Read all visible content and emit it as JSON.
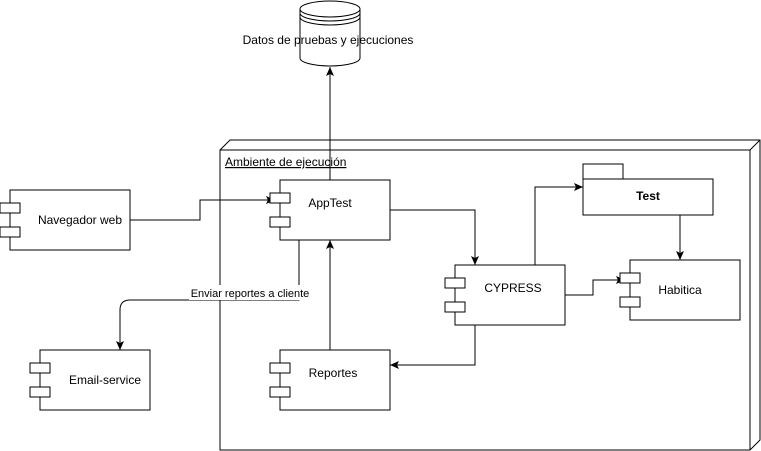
{
  "diagram": {
    "database_label": "Datos de pruebas y ejecuciones",
    "node_label": "Ambiente de ejecución",
    "components": {
      "navegador": "Navegador web",
      "apptest": "AppTest",
      "cypress": "CYPRESS",
      "habitica": "Habitica",
      "reportes": "Reportes",
      "email": "Email-service"
    },
    "package_label": "Test",
    "edge_label": "Enviar reportes a cliente"
  }
}
